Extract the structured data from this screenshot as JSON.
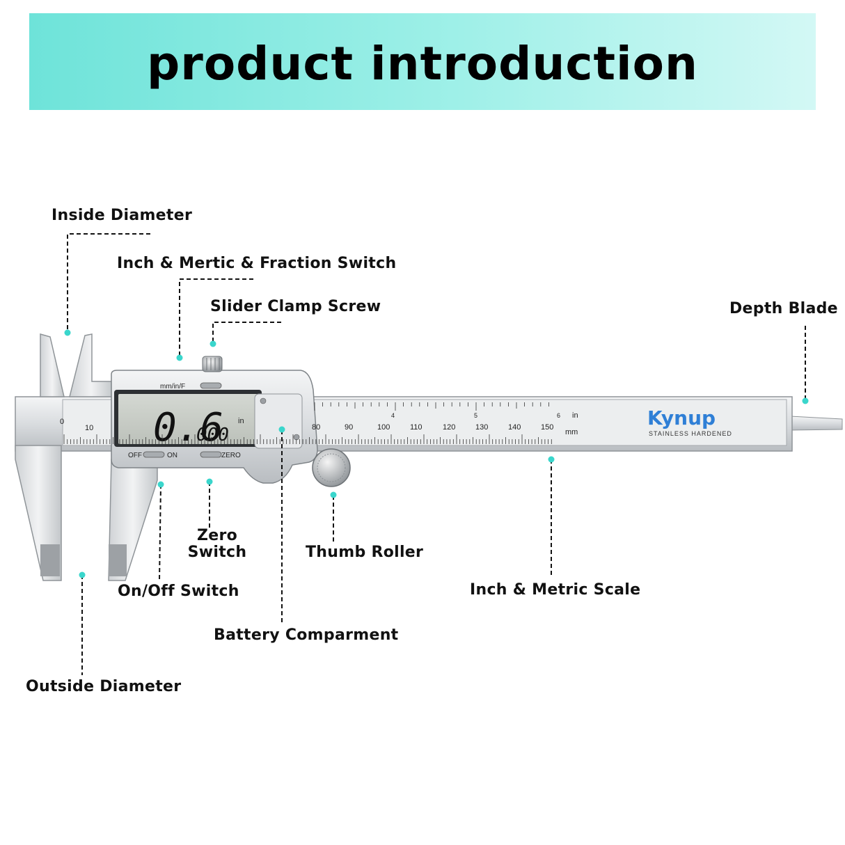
{
  "banner": {
    "title": "product introduction",
    "color_start": "#6ee3d9",
    "color_end": "#d3f8f5"
  },
  "accent_dot_color": "#3ad6cc",
  "labels": {
    "inside_diameter": "Inside Diameter",
    "inch_metric_fraction_switch": "Inch & Mertic & Fraction Switch",
    "slider_clamp_screw": "Slider Clamp Screw",
    "depth_blade": "Depth Blade",
    "zero_switch_line1": "Zero",
    "zero_switch_line2": "Switch",
    "thumb_roller": "Thumb Roller",
    "inch_metric_scale": "Inch & Metric Scale",
    "on_off_switch": "On/Off Switch",
    "battery_compartment": "Battery Comparment",
    "outside_diameter": "Outside Diameter"
  },
  "caliper": {
    "display_value_main": "0.6",
    "display_value_sub": "000",
    "display_unit": "in",
    "mode_button_label": "mm/in/F",
    "off_label": "OFF",
    "on_label": "ON",
    "zero_label": "ZERO",
    "brand": "Kynup",
    "brand_sub": "STAINLESS HARDENED",
    "scale_unit_in": "in",
    "scale_unit_mm": "mm",
    "left_scale_zero": "0",
    "left_scale_ten": "10",
    "mm_numbers": [
      "80",
      "90",
      "100",
      "110",
      "120",
      "130",
      "140",
      "150"
    ],
    "inch_numbers": [
      "4",
      "5",
      "6"
    ]
  }
}
